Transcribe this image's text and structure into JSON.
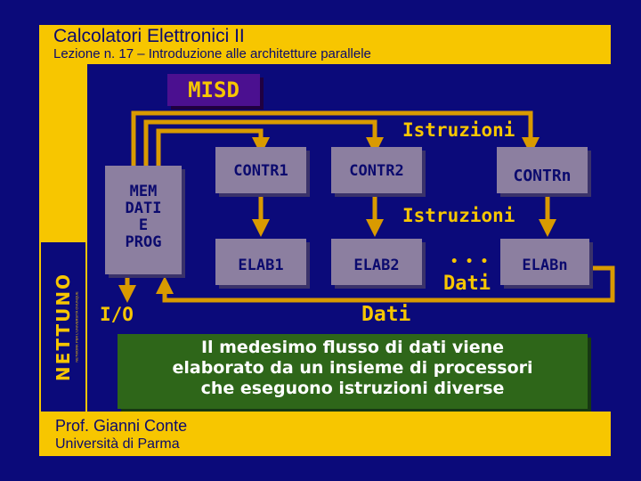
{
  "header": {
    "title": "Calcolatori Elettronici II",
    "subtitle": "Lezione n. 17 – Introduzione alle architetture parallele"
  },
  "sidebar": {
    "brand": "NETTUNO",
    "brand_tagline": "NETWORK PER L'UNIVERSITÀ OVUNQUE"
  },
  "slide": {
    "heading": "MISD"
  },
  "diagram": {
    "memory_lines": [
      "MEM",
      "DATI",
      "E",
      "PROG"
    ],
    "controllers": [
      "CONTR1",
      "CONTR2",
      "CONTRn"
    ],
    "processors": [
      "ELAB1",
      "ELAB2",
      "ELABn"
    ],
    "ellipsis": "• • •",
    "labels": {
      "instructions_top": "Istruzioni",
      "instructions_mid": "Istruzioni",
      "data_mid": "Dati",
      "data_bottom": "Dati",
      "io": "I/O"
    }
  },
  "note": {
    "lines": [
      "Il medesimo flusso di dati viene",
      "elaborato da un insieme di processori",
      "che eseguono istruzioni diverse"
    ]
  },
  "footer": {
    "author": "Prof. Gianni Conte",
    "university": "Università di Parma"
  },
  "colors": {
    "background": "#0b0a7a",
    "band": "#f7c600",
    "box": "#8c7fa0",
    "arrow": "#d99a00",
    "heading_box": "#4b1090",
    "note_box": "#2e6619"
  }
}
